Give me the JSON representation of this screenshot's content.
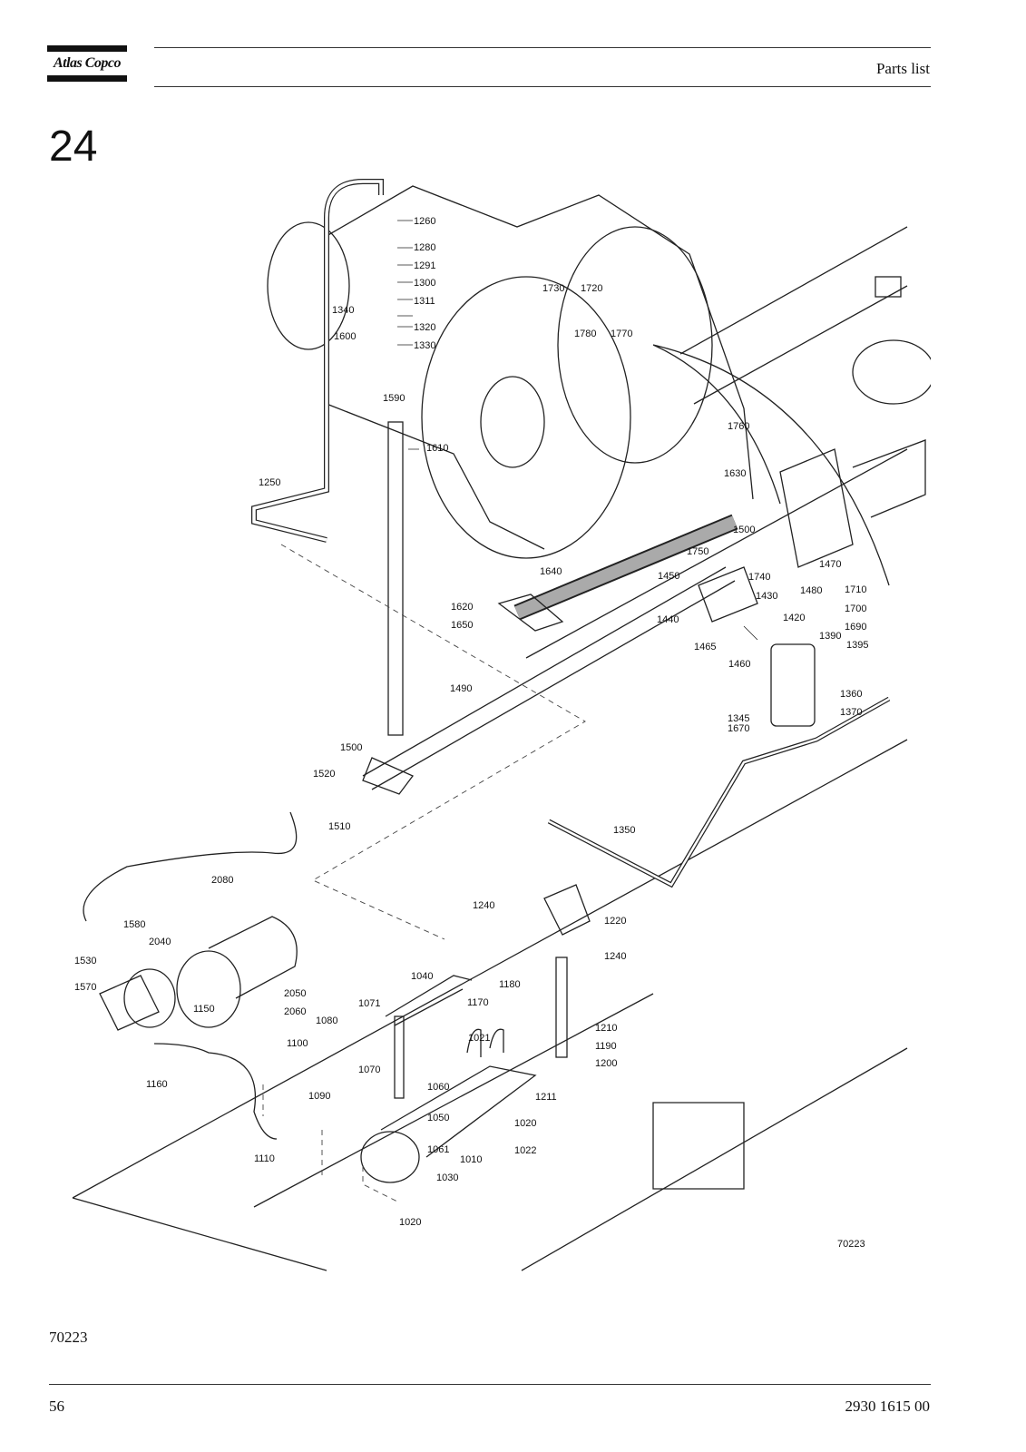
{
  "header": {
    "logo_text": "Atlas Copco",
    "title": "Parts list"
  },
  "section_number": "24",
  "drawing_id": "70223",
  "figure_id": "70223",
  "footer": {
    "page_number": "56",
    "document_number": "2930 1615 00"
  },
  "callouts": [
    {
      "id": "c1260",
      "text": "1260"
    },
    {
      "id": "c1280",
      "text": "1280"
    },
    {
      "id": "c1291",
      "text": "1291"
    },
    {
      "id": "c1300",
      "text": "1300"
    },
    {
      "id": "c1311",
      "text": "1311"
    },
    {
      "id": "c1340",
      "text": "1340"
    },
    {
      "id": "c1320",
      "text": "1320"
    },
    {
      "id": "c1600",
      "text": "1600"
    },
    {
      "id": "c1330",
      "text": "1330"
    },
    {
      "id": "c1590",
      "text": "1590"
    },
    {
      "id": "c1610",
      "text": "1610"
    },
    {
      "id": "c1250",
      "text": "1250"
    },
    {
      "id": "c1730",
      "text": "1730"
    },
    {
      "id": "c1720",
      "text": "1720"
    },
    {
      "id": "c1780",
      "text": "1780"
    },
    {
      "id": "c1770",
      "text": "1770"
    },
    {
      "id": "c1760",
      "text": "1760"
    },
    {
      "id": "c1630",
      "text": "1630"
    },
    {
      "id": "c1500a",
      "text": "1500"
    },
    {
      "id": "c1750",
      "text": "1750"
    },
    {
      "id": "c1470",
      "text": "1470"
    },
    {
      "id": "c1450",
      "text": "1450"
    },
    {
      "id": "c1740",
      "text": "1740"
    },
    {
      "id": "c1480",
      "text": "1480"
    },
    {
      "id": "c1710",
      "text": "1710"
    },
    {
      "id": "c1430",
      "text": "1430"
    },
    {
      "id": "c1700",
      "text": "1700"
    },
    {
      "id": "c1640",
      "text": "1640"
    },
    {
      "id": "c1620",
      "text": "1620"
    },
    {
      "id": "c1650",
      "text": "1650"
    },
    {
      "id": "c1440",
      "text": "1440"
    },
    {
      "id": "c1420",
      "text": "1420"
    },
    {
      "id": "c1690",
      "text": "1690"
    },
    {
      "id": "c1390",
      "text": "1390"
    },
    {
      "id": "c1395",
      "text": "1395"
    },
    {
      "id": "c1465",
      "text": "1465"
    },
    {
      "id": "c1460",
      "text": "1460"
    },
    {
      "id": "c1360",
      "text": "1360"
    },
    {
      "id": "c1370",
      "text": "1370"
    },
    {
      "id": "c1490",
      "text": "1490"
    },
    {
      "id": "c1345",
      "text": "1345"
    },
    {
      "id": "c1670",
      "text": "1670"
    },
    {
      "id": "c1500b",
      "text": "1500"
    },
    {
      "id": "c1520",
      "text": "1520"
    },
    {
      "id": "c1510",
      "text": "1510"
    },
    {
      "id": "c1350",
      "text": "1350"
    },
    {
      "id": "c2080",
      "text": "2080"
    },
    {
      "id": "c1240a",
      "text": "1240"
    },
    {
      "id": "c1580",
      "text": "1580"
    },
    {
      "id": "c2040",
      "text": "2040"
    },
    {
      "id": "c1220",
      "text": "1220"
    },
    {
      "id": "c1530",
      "text": "1530"
    },
    {
      "id": "c1240b",
      "text": "1240"
    },
    {
      "id": "c1570",
      "text": "1570"
    },
    {
      "id": "c2050",
      "text": "2050"
    },
    {
      "id": "c1040",
      "text": "1040"
    },
    {
      "id": "c1180",
      "text": "1180"
    },
    {
      "id": "c2060",
      "text": "2060"
    },
    {
      "id": "c1150",
      "text": "1150"
    },
    {
      "id": "c1071",
      "text": "1071"
    },
    {
      "id": "c1170",
      "text": "1170"
    },
    {
      "id": "c1080",
      "text": "1080"
    },
    {
      "id": "c1210",
      "text": "1210"
    },
    {
      "id": "c1100",
      "text": "1100"
    },
    {
      "id": "c1021",
      "text": "1021"
    },
    {
      "id": "c1190",
      "text": "1190"
    },
    {
      "id": "c1070",
      "text": "1070"
    },
    {
      "id": "c1200",
      "text": "1200"
    },
    {
      "id": "c1160",
      "text": "1160"
    },
    {
      "id": "c1090",
      "text": "1090"
    },
    {
      "id": "c1060",
      "text": "1060"
    },
    {
      "id": "c1211",
      "text": "1211"
    },
    {
      "id": "c1050",
      "text": "1050"
    },
    {
      "id": "c1020a",
      "text": "1020"
    },
    {
      "id": "c1110",
      "text": "1110"
    },
    {
      "id": "c1061",
      "text": "1061"
    },
    {
      "id": "c1010",
      "text": "1010"
    },
    {
      "id": "c1022",
      "text": "1022"
    },
    {
      "id": "c1030",
      "text": "1030"
    },
    {
      "id": "c1020b",
      "text": "1020"
    }
  ]
}
